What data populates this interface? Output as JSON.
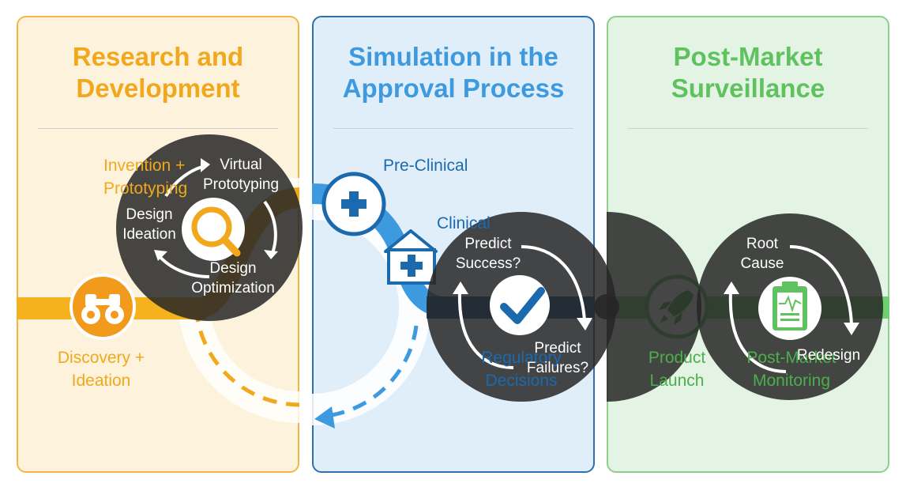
{
  "panels": {
    "rd": {
      "title": [
        "Research and",
        "Development"
      ],
      "stage_discovery": [
        "Discovery +",
        "Ideation"
      ],
      "stage_invention": [
        "Invention +",
        "Prototyping"
      ],
      "cycle": {
        "virtual": [
          "Virtual",
          "Prototyping"
        ],
        "ideation": [
          "Design",
          "Ideation"
        ],
        "optimization": [
          "Design",
          "Optimization"
        ]
      }
    },
    "approval": {
      "title": [
        "Simulation in the",
        "Approval Process"
      ],
      "stage_preclinical": "Pre-Clinical",
      "stage_clinical": "Clinical",
      "stage_regulatory": [
        "Regulatory",
        "Decisions"
      ],
      "cycle": {
        "success": [
          "Predict",
          "Success?"
        ],
        "failures": [
          "Predict",
          "Failures?"
        ]
      }
    },
    "postmarket": {
      "title": [
        "Post-Market",
        "Surveillance"
      ],
      "stage_launch": [
        "Product",
        "Launch"
      ],
      "stage_monitoring": [
        "Post-Market",
        "Monitoring"
      ],
      "cycle": {
        "root": [
          "Root",
          "Cause"
        ],
        "redesign": "Redesign"
      }
    }
  },
  "colors": {
    "rd": "#f1a81c",
    "approval": "#3e9ade",
    "approval_dark": "#1b6aae",
    "postmarket": "#5fc25f"
  },
  "icons": [
    "binoculars-icon",
    "magnifier-icon",
    "medical-cross-icon",
    "hospital-icon",
    "checkmark-icon",
    "rocket-icon",
    "clipboard-icon"
  ]
}
